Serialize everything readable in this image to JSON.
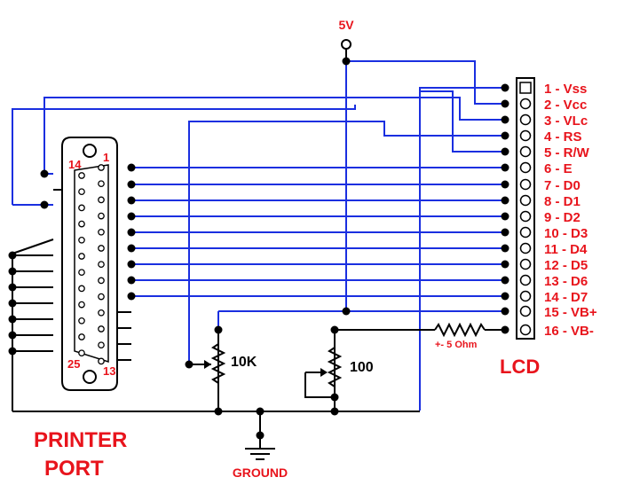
{
  "supply_label": "5V",
  "connector": {
    "pin_1": "1",
    "pin_14": "14",
    "pin_25": "25",
    "pin_13": "13"
  },
  "lcd_pins": [
    "1 - Vss",
    "2 - Vcc",
    "3 - VLc",
    "4 - RS",
    "5 - R/W",
    "6 - E",
    "7 - D0",
    "8 - D1",
    "9 - D2",
    "10 - D3",
    "11 - D4",
    "12 - D5",
    "13 - D6",
    "14 - D7",
    "15 - VB+",
    "16 - VB-"
  ],
  "lcd_label": "LCD",
  "pot1_label": "10K",
  "pot2_label": "100",
  "resistor_label": "+- 5 Ohm",
  "ground_label": "GROUND",
  "printer_port_label": [
    "PRINTER",
    "PORT"
  ],
  "colors": {
    "wire_blue": "#1a2fe0",
    "wire_black": "#000000",
    "label_red": "#e8141c"
  }
}
